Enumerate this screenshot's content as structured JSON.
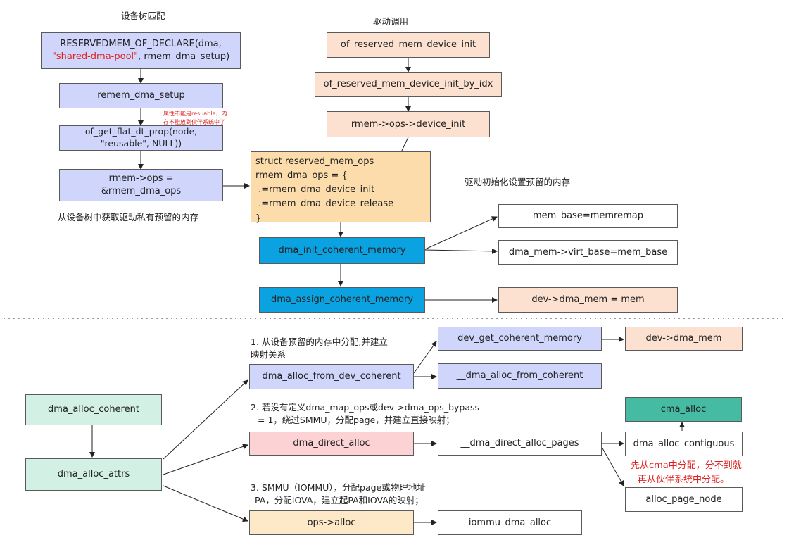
{
  "top": {
    "left_title": "设备树匹配",
    "right_title": "驱动调用",
    "reserved_decl": {
      "part1": "RESERVEDMEM_OF_DECLARE(dma,",
      "part2": "\"shared-dma-pool\"",
      "part3": ", rmem_dma_setup)"
    },
    "remem_dma_setup": "remem_dma_setup",
    "note_reusable_line1": "属性不能是resuable，内",
    "note_reusable_line2": "存不能放到伙伴系统中了",
    "get_flat_line1": "of_get_flat_dt_prop(node,",
    "get_flat_line2": "\"reusable\", NULL))",
    "rmem_ops_line1": "rmem->ops =",
    "rmem_ops_line2": "&rmem_dma_ops",
    "left_caption": "从设备树中获取驱动私有预留的内存",
    "device_init": "of_reserved_mem_device_init",
    "device_init_by_idx": "of_reserved_mem_device_init_by_idx",
    "ops_device_init": "rmem->ops->device_init",
    "ops_struct_lines": [
      "struct reserved_mem_ops",
      "rmem_dma_ops = {",
      " .=rmem_dma_device_init",
      " .=rmem_dma_device_release",
      "}"
    ],
    "right_caption": "驱动初始化设置预留的内存",
    "dma_init_coherent": "dma_init_coherent_memory",
    "mem_base": "mem_base=memremap",
    "virt_base": "dma_mem->virt_base=mem_base",
    "dma_assign_coherent": "dma_assign_coherent_memory",
    "dev_dma_mem_assign": "dev->dma_mem = mem"
  },
  "bottom": {
    "dma_alloc_coherent": "dma_alloc_coherent",
    "dma_alloc_attrs": "dma_alloc_attrs",
    "path1_line1": "1. 从设备预留的内存中分配,并建立",
    "path1_line2": "映射关系",
    "alloc_from_dev_coherent": "dma_alloc_from_dev_coherent",
    "dev_get_coherent": "dev_get_coherent_memory",
    "dev_dma_mem": "dev->dma_mem",
    "alloc_from_coherent": "__dma_alloc_from_coherent",
    "path2_line1": "2. 若没有定义dma_map_ops或dev->dma_ops_bypass",
    "path2_line2": "= 1，绕过SMMU，分配page，并建立直接映射；",
    "dma_direct_alloc": "dma_direct_alloc",
    "direct_alloc_pages": "__dma_direct_alloc_pages",
    "cma_alloc": "cma_alloc",
    "dma_alloc_contiguous": "dma_alloc_contiguous",
    "cma_note_line1": "先从cma中分配，分不到就",
    "cma_note_line2": "再从伙伴系统中分配。",
    "alloc_page_node": "alloc_page_node",
    "path3_line1": "3. SMMU（IOMMU），分配page或物理地址",
    "path3_line2": "PA，分配IOVA，建立起PA和IOVA的映射；",
    "ops_alloc": "ops->alloc",
    "iommu_dma_alloc": "iommu_dma_alloc"
  }
}
